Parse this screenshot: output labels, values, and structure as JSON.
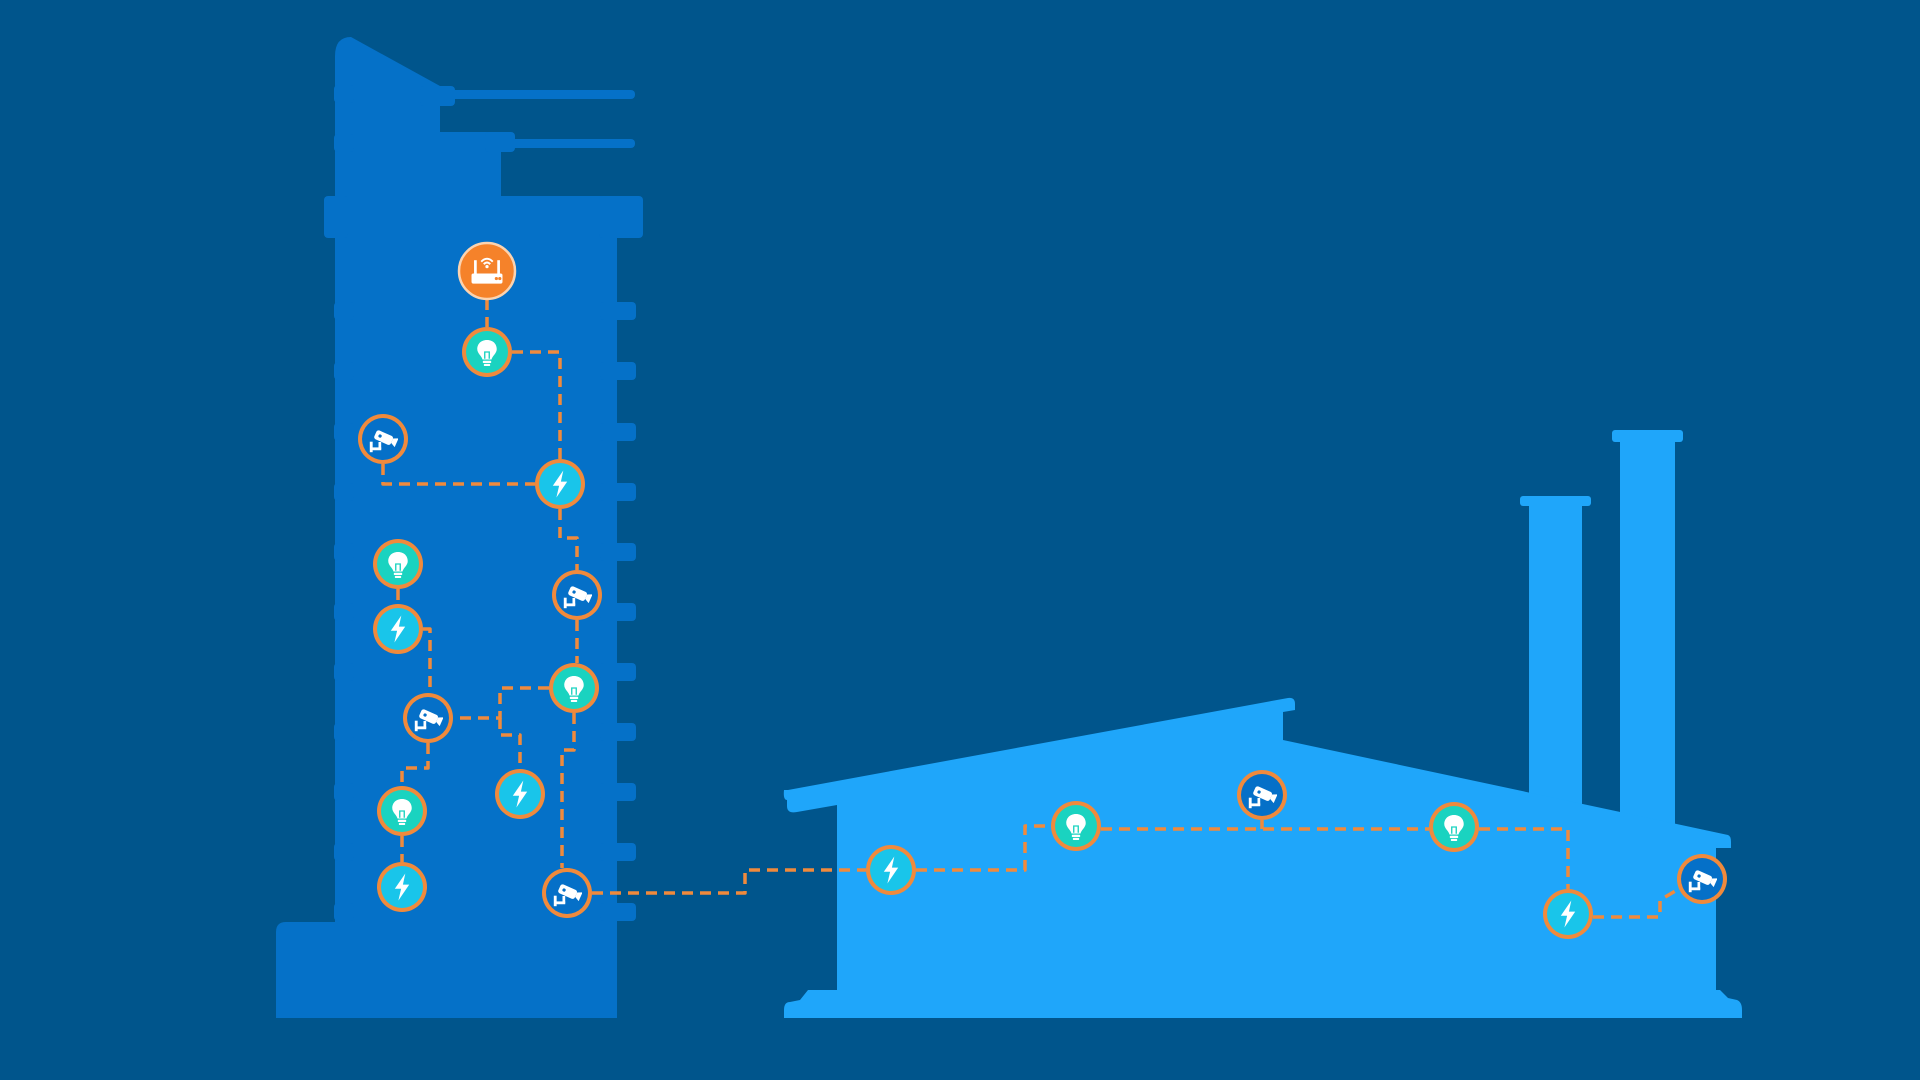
{
  "colors": {
    "background": "#00558c",
    "tower": "#0571c8",
    "factory": "#1fa6fa",
    "link": "#f08a3c",
    "node_border": "#f08a3c",
    "light_node": "#1ad3c0",
    "power_node": "#19c5ea",
    "camera_node": "#0570c8",
    "gateway_node": "#f5822a",
    "icon": "#ffffff"
  },
  "structures": [
    {
      "name": "high-rise-building",
      "kind": "tower"
    },
    {
      "name": "factory-building",
      "kind": "factory"
    }
  ],
  "node_types": {
    "gateway": {
      "icon": "router-icon"
    },
    "light": {
      "icon": "lightbulb-icon"
    },
    "power": {
      "icon": "lightning-bolt-icon"
    },
    "camera": {
      "icon": "security-camera-icon"
    }
  },
  "nodes": [
    {
      "id": "gateway",
      "type": "gateway"
    },
    {
      "id": "t-light-1",
      "type": "light"
    },
    {
      "id": "t-camera-1",
      "type": "camera"
    },
    {
      "id": "t-power-1",
      "type": "power"
    },
    {
      "id": "t-camera-2",
      "type": "camera"
    },
    {
      "id": "t-light-2",
      "type": "light"
    },
    {
      "id": "t-power-2",
      "type": "power"
    },
    {
      "id": "t-light-3",
      "type": "light"
    },
    {
      "id": "t-camera-3",
      "type": "camera"
    },
    {
      "id": "t-power-3",
      "type": "power"
    },
    {
      "id": "t-light-4",
      "type": "light"
    },
    {
      "id": "t-power-4",
      "type": "power"
    },
    {
      "id": "t-camera-4",
      "type": "camera"
    },
    {
      "id": "f-power-1",
      "type": "power"
    },
    {
      "id": "f-light-1",
      "type": "light"
    },
    {
      "id": "f-camera-1",
      "type": "camera"
    },
    {
      "id": "f-light-2",
      "type": "light"
    },
    {
      "id": "f-power-2",
      "type": "power"
    },
    {
      "id": "f-camera-2",
      "type": "camera"
    }
  ],
  "links": [
    {
      "from": "gateway",
      "to": "t-light-1"
    },
    {
      "from": "t-light-1",
      "to": "t-power-1"
    },
    {
      "from": "t-camera-1",
      "to": "t-power-1"
    },
    {
      "from": "t-power-1",
      "to": "t-camera-2"
    },
    {
      "from": "t-camera-2",
      "to": "t-light-2"
    },
    {
      "from": "t-light-2",
      "to": "t-camera-3"
    },
    {
      "from": "t-light-2",
      "to": "t-camera-4"
    },
    {
      "from": "t-camera-3",
      "to": "t-power-2"
    },
    {
      "from": "t-camera-3",
      "to": "t-light-4"
    },
    {
      "from": "t-light-3",
      "to": "t-power-3"
    },
    {
      "from": "t-power-3",
      "to": "t-camera-3"
    },
    {
      "from": "t-light-4",
      "to": "t-power-4"
    },
    {
      "from": "t-camera-4",
      "to": "f-power-1"
    },
    {
      "from": "f-power-1",
      "to": "f-light-1"
    },
    {
      "from": "f-light-1",
      "to": "f-light-2"
    },
    {
      "from": "f-camera-1",
      "to": "f-light-1"
    },
    {
      "from": "f-light-2",
      "to": "f-power-2"
    },
    {
      "from": "f-power-2",
      "to": "f-camera-2"
    }
  ]
}
